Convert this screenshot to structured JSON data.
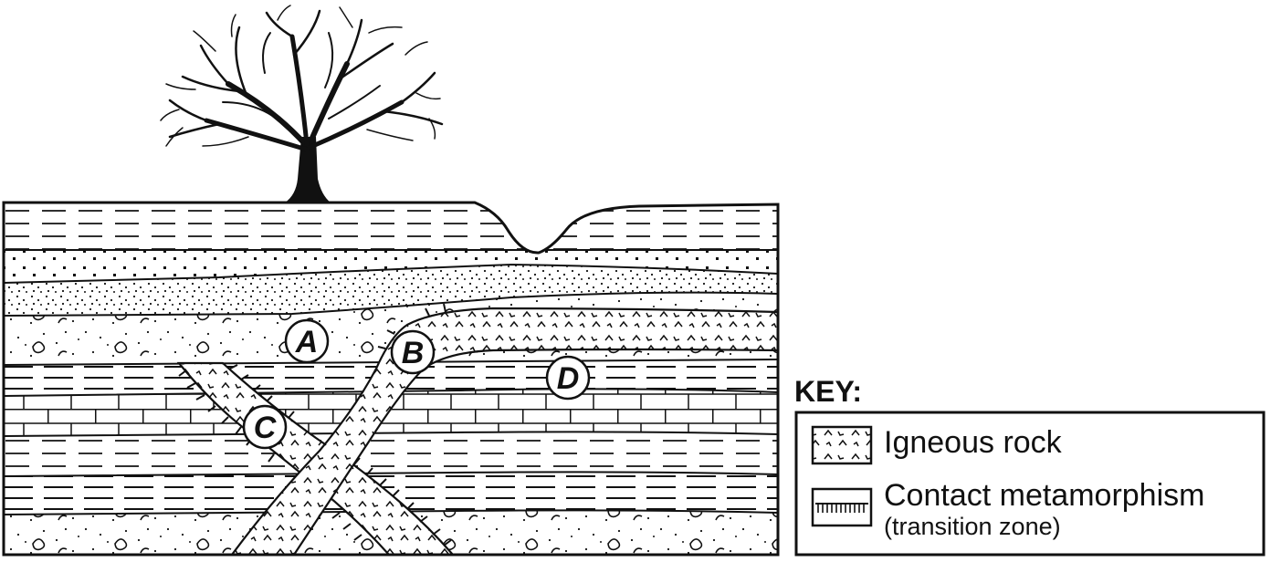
{
  "labels": {
    "a": "A",
    "b": "B",
    "c": "C",
    "d": "D"
  },
  "key": {
    "title": "KEY:",
    "items": [
      {
        "label": "Igneous rock"
      },
      {
        "label": "Contact metamorphism",
        "sublabel": "(transition zone)"
      }
    ]
  },
  "colors": {
    "ink": "#111111",
    "paper": "#ffffff"
  }
}
